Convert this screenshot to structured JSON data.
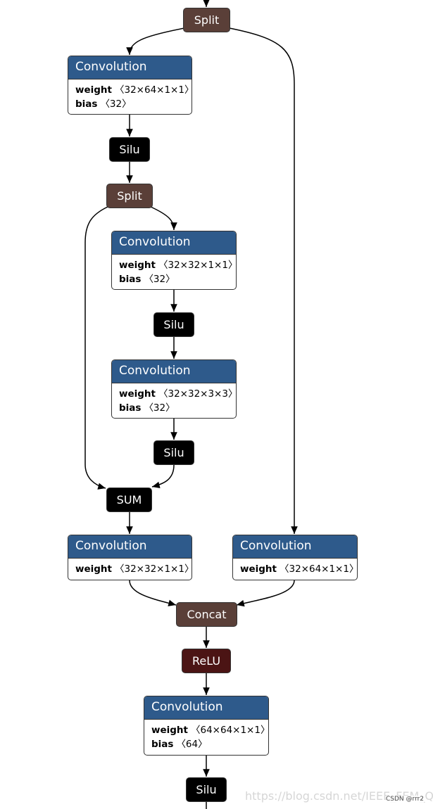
{
  "nodes": {
    "split_top": {
      "label": "Split"
    },
    "conv1": {
      "title": "Convolution",
      "rows": [
        {
          "key": "weight",
          "value": "〈32×64×1×1〉"
        },
        {
          "key": "bias",
          "value": "〈32〉"
        }
      ]
    },
    "silu1": {
      "label": "Silu"
    },
    "split_mid": {
      "label": "Split"
    },
    "conv2": {
      "title": "Convolution",
      "rows": [
        {
          "key": "weight",
          "value": "〈32×32×1×1〉"
        },
        {
          "key": "bias",
          "value": "〈32〉"
        }
      ]
    },
    "silu2": {
      "label": "Silu"
    },
    "conv3": {
      "title": "Convolution",
      "rows": [
        {
          "key": "weight",
          "value": "〈32×32×3×3〉"
        },
        {
          "key": "bias",
          "value": "〈32〉"
        }
      ]
    },
    "silu3": {
      "label": "Silu"
    },
    "sum": {
      "label": "SUM"
    },
    "conv4": {
      "title": "Convolution",
      "rows": [
        {
          "key": "weight",
          "value": "〈32×32×1×1〉"
        }
      ]
    },
    "conv5": {
      "title": "Convolution",
      "rows": [
        {
          "key": "weight",
          "value": "〈32×64×1×1〉"
        }
      ]
    },
    "concat": {
      "label": "Concat"
    },
    "relu": {
      "label": "ReLU"
    },
    "conv6": {
      "title": "Convolution",
      "rows": [
        {
          "key": "weight",
          "value": "〈64×64×1×1〉"
        },
        {
          "key": "bias",
          "value": "〈64〉"
        }
      ]
    },
    "silu4": {
      "label": "Silu"
    }
  },
  "watermark": "https://blog.csdn.net/IEEE_FEM_QW",
  "credit": "CSDN @rrr2",
  "colors": {
    "conv_header": "#2e5a8b",
    "split_concat": "#5a3f38",
    "activation": "#000000",
    "relu": "#4b1414"
  }
}
